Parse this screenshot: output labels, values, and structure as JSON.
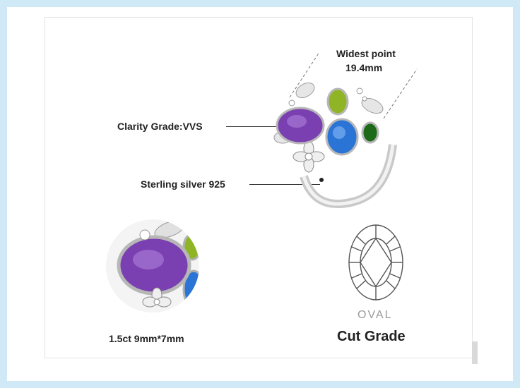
{
  "callouts": {
    "widest_point_label": "Widest point",
    "widest_point_value": "19.4mm",
    "clarity": "Clarity Grade:VVS",
    "material": "Sterling silver 925"
  },
  "detail": {
    "size": "1.5ct 9mm*7mm"
  },
  "cut": {
    "shape": "OVAL",
    "title": "Cut Grade"
  },
  "colors": {
    "amethyst": "#7a3fb0",
    "topaz": "#2a74d6",
    "peridot": "#8fb527",
    "diopside": "#1d6b1a",
    "silver": "#dcdcdc"
  }
}
